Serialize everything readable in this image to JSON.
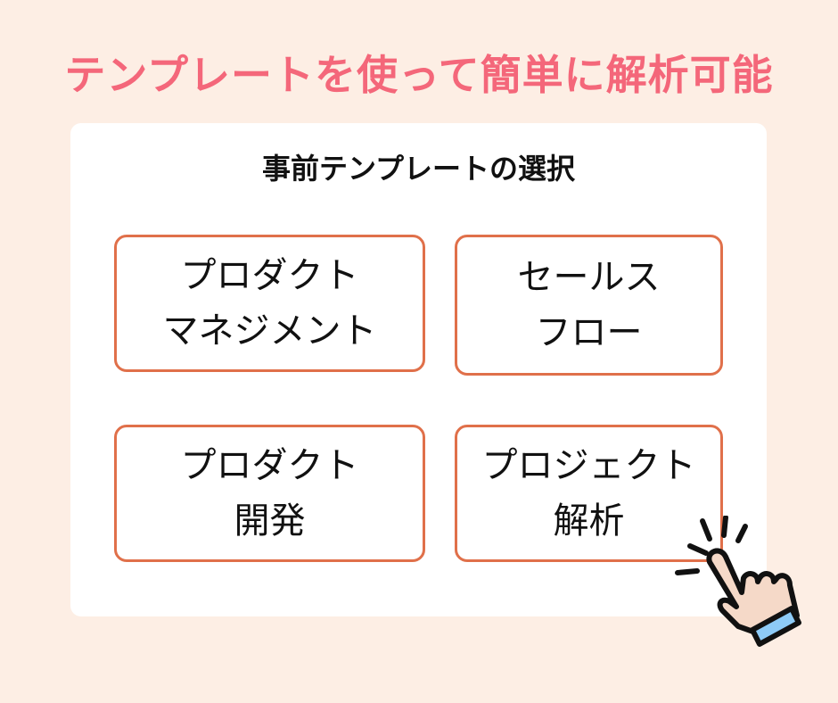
{
  "headline": "テンプレートを使って簡単に解析可能",
  "card": {
    "title": "事前テンプレートの選択",
    "templates": [
      {
        "line1": "プロダクト",
        "line2": "マネジメント"
      },
      {
        "line1": "セールス",
        "line2": "フロー"
      },
      {
        "line1": "プロダクト",
        "line2": "開発"
      },
      {
        "line1": "プロジェクト",
        "line2": "解析"
      }
    ]
  },
  "colors": {
    "background": "#fdeee4",
    "headline": "#f4677a",
    "tile_border": "#e0704a",
    "hand_skin": "#f5d9c8",
    "hand_cuff": "#8ecbf7"
  },
  "icons": {
    "pointer": "hand-click-icon"
  }
}
